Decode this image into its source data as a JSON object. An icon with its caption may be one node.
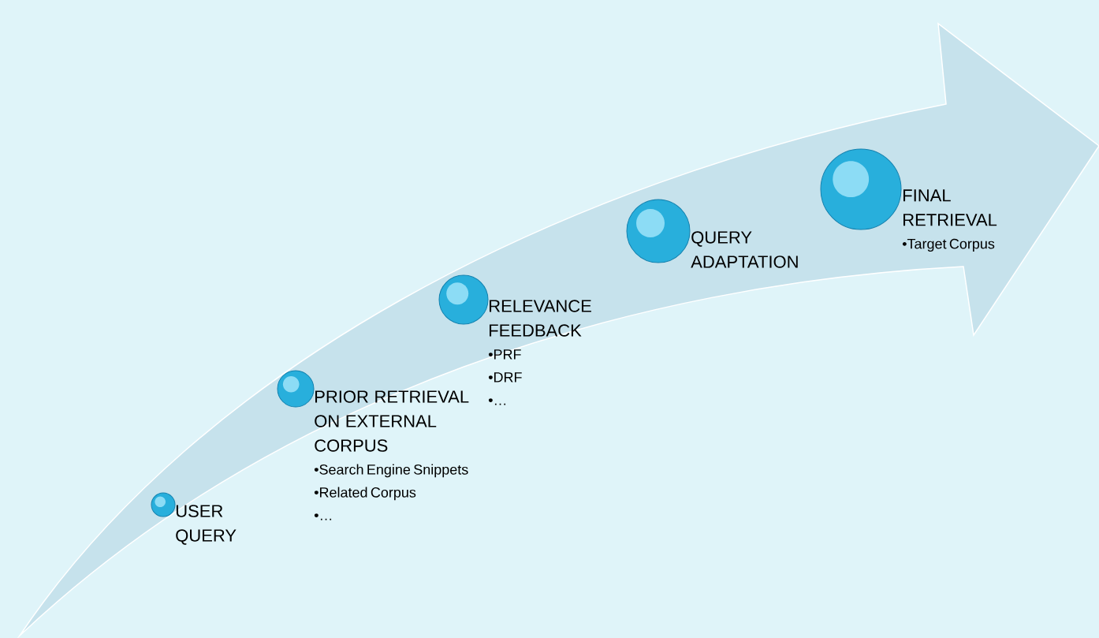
{
  "diagram": {
    "nodes": [
      {
        "text": [
          "USER QUERY"
        ]
      },
      {
        "text": [
          "PRIOR RETRIEVAL ON EXTERNAL CORPUS",
          "•Search Engine Snippets",
          "•Related Corpus",
          "•…"
        ]
      },
      {
        "text": [
          "RELEVANCE FEEDBACK",
          "•PRF",
          "•DRF",
          "•…"
        ]
      },
      {
        "text": [
          "QUERY ADAPTATION"
        ]
      },
      {
        "text": [
          "FINAL RETRIEVAL",
          "•Target Corpus"
        ]
      }
    ]
  }
}
